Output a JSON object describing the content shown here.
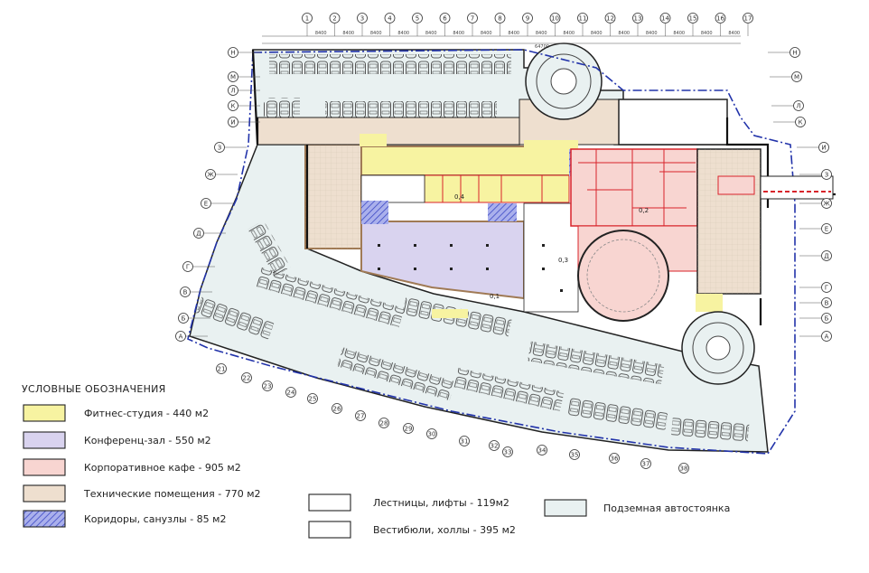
{
  "legend": {
    "title": "УСЛОВНЫЕ ОБОЗНАЧЕНИЯ",
    "items": [
      {
        "label": "Фитнес-студия  - 440 м2",
        "color": "#f7f3a1"
      },
      {
        "label": "Конференц-зал - 550 м2",
        "color": "#d9d3ef"
      },
      {
        "label": "Корпоративное  кафе - 905 м2",
        "color": "#f8d5d1"
      },
      {
        "label": "Технические  помещения  - 770 м2",
        "color": "#eedfcf"
      },
      {
        "label": "Коридоры, санузлы - 85 м2",
        "color": "#6e79d6",
        "hatched": true
      },
      {
        "label": "Лестницы, лифты - 119м2",
        "color": "#ffffff"
      },
      {
        "label": "Вестибюли, холлы - 395 м2",
        "color": "#ffffff"
      },
      {
        "label": "Подземная  автостоянка",
        "color": "#e9f1f1"
      }
    ]
  },
  "axes": {
    "top": [
      "1",
      "2",
      "3",
      "4",
      "5",
      "6",
      "7",
      "8",
      "9",
      "10",
      "11",
      "12",
      "13",
      "14",
      "15",
      "16",
      "17"
    ],
    "left": [
      "Н",
      "М",
      "Л",
      "К",
      "И",
      "З",
      "Ж",
      "Е",
      "Д",
      "Г",
      "В",
      "Б",
      "А"
    ],
    "right": [
      "Н",
      "М",
      "Л",
      "К",
      "И",
      "З",
      "Ж",
      "Е",
      "Д",
      "Г",
      "В",
      "Б",
      "А"
    ],
    "bottom": [
      "21",
      "22",
      "23",
      "24",
      "25",
      "26",
      "27",
      "28",
      "29",
      "30",
      "31",
      "32",
      "33",
      "34",
      "35",
      "36",
      "37",
      "38"
    ]
  },
  "dimensions": {
    "top_spans": [
      "8400",
      "8400",
      "8400",
      "8400",
      "8400",
      "8400",
      "8400",
      "8400",
      "8400",
      "8400",
      "8400",
      "8400",
      "8400",
      "8400",
      "8400",
      "8400"
    ],
    "total": "64700"
  },
  "room_marks": [
    "0,4",
    "0,3",
    "0,1",
    "0,2"
  ],
  "colors": {
    "fitness": "#f7f3a1",
    "conference": "#d9d3ef",
    "cafe": "#f8d5d1",
    "technical": "#eedfcf",
    "corridor": "#6e79d6",
    "parking": "#e9f1f1",
    "wall": "#222222",
    "red_wall": "#d8232a",
    "boundary": "#2233aa",
    "brown_wall": "#a07a55"
  }
}
